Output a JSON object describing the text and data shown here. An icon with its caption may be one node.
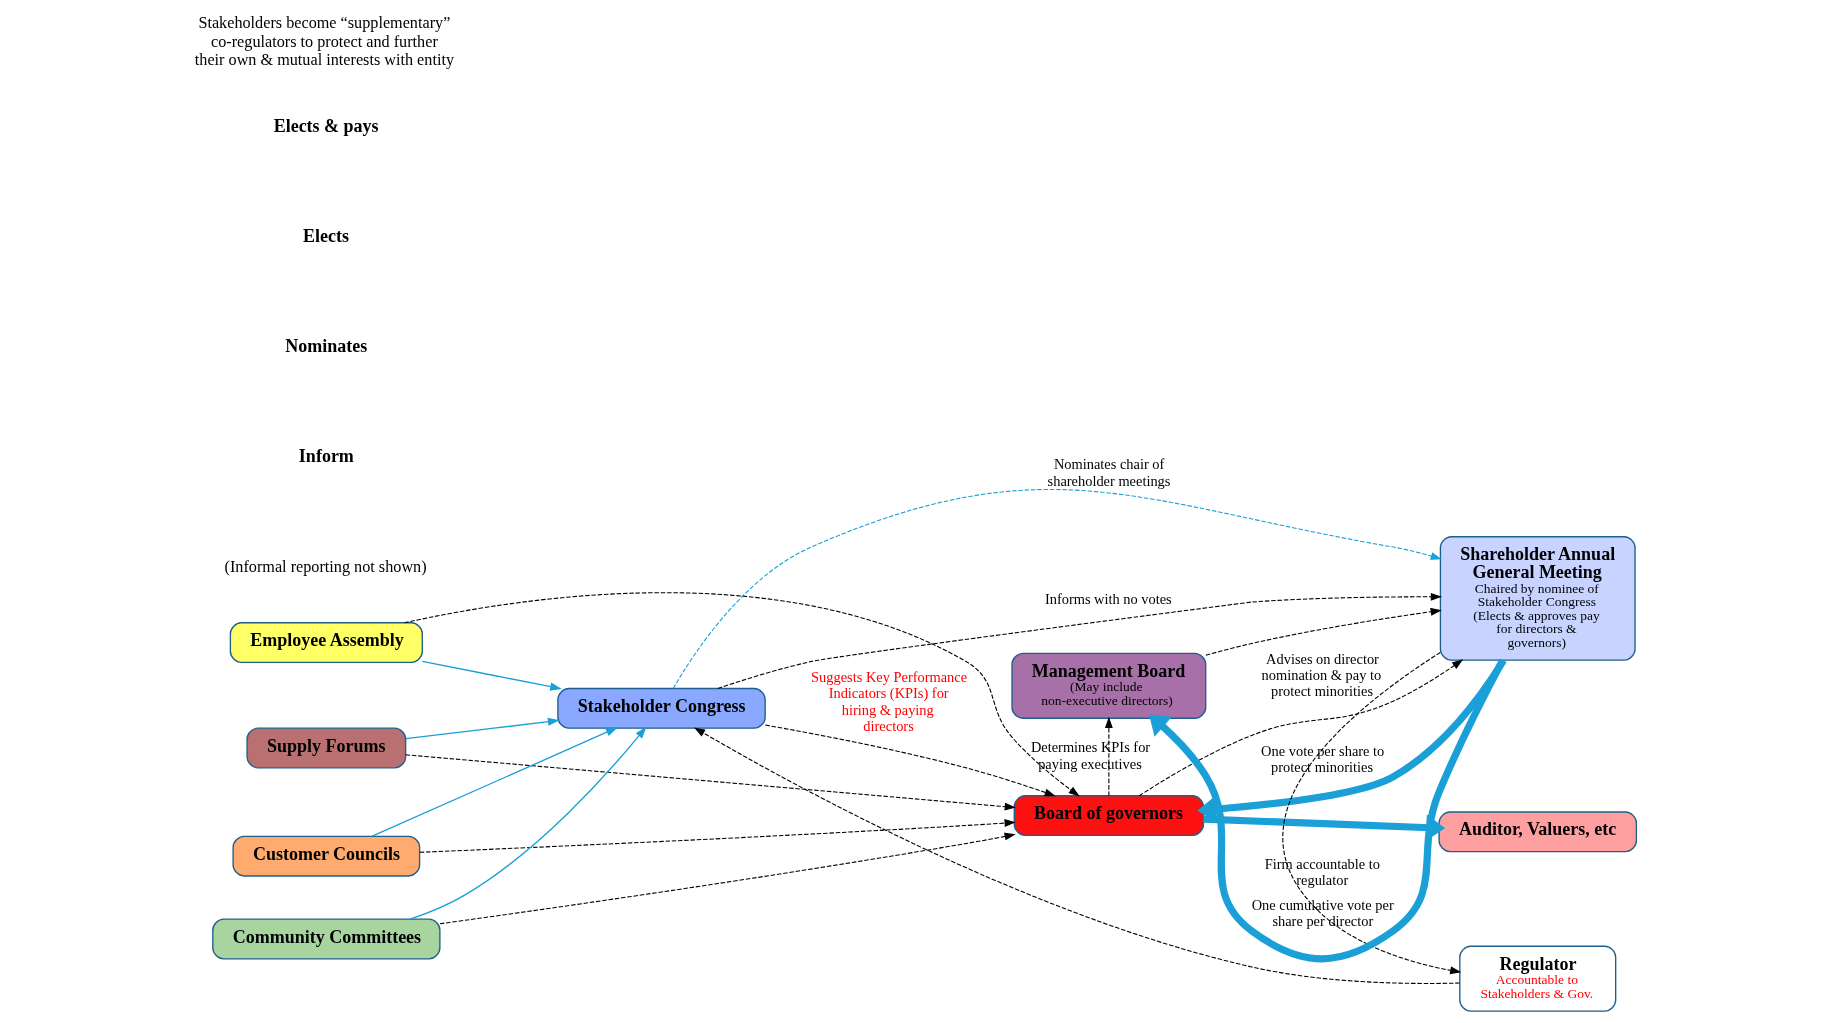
{
  "diagram": {
    "nodes": [
      {
        "text": [
          "Employee Assembly"
        ]
      },
      {
        "text": [
          "Board of governors"
        ]
      },
      {
        "text": [
          "Auditor, Valuers, etc"
        ]
      },
      {
        "text": [
          "Supply Forums"
        ]
      },
      {
        "text": [
          "Regulator",
          "Accountable to Stakeholders & Gov."
        ]
      },
      {
        "text": [
          "Stakeholder Congress"
        ]
      },
      {
        "text": [
          "Customer Councils"
        ]
      },
      {
        "text": [
          "Shareholder Annual General Meeting",
          "Chaired by nominee of Stakeholder Congress (Elects & approves pay for directors & governors)"
        ]
      },
      {
        "text": [
          "Management Board",
          "(May include  non-executive directors)"
        ]
      },
      {
        "text": [
          "Community Committees"
        ]
      }
    ],
    "edges": [
      {
        "from": 0,
        "to": 1,
        "arrow": "to",
        "style": "dashed"
      },
      {
        "from": 3,
        "to": 1,
        "arrow": "to",
        "style": "dashed"
      },
      {
        "from": 6,
        "to": 1,
        "arrow": "to",
        "style": "dashed"
      },
      {
        "from": 9,
        "to": 1,
        "arrow": "to",
        "style": "dashed"
      },
      {
        "from": 0,
        "to": 5,
        "arrow": "to",
        "color": "#1a9fd6"
      },
      {
        "from": 3,
        "to": 5,
        "arrow": "to",
        "color": "#1a9fd6"
      },
      {
        "from": 6,
        "to": 5,
        "arrow": "to",
        "color": "#1a9fd6"
      },
      {
        "from": 9,
        "to": 5,
        "arrow": "to",
        "color": "#1a9fd6"
      },
      {
        "from": 1,
        "to": 2,
        "arrow": "to",
        "style": "thick",
        "color": "#1a9fd6"
      },
      {
        "from": 5,
        "to": 1,
        "arrow": "to",
        "style": "dashed",
        "label": "Suggests Key Performance Indicators (KPIs) for hiring & paying directors"
      },
      {
        "from": 1,
        "to": 8,
        "arrow": "to",
        "style": "dashed",
        "label": "Determines KPIs for paying executives"
      },
      {
        "from": 1,
        "to": 7,
        "arrow": "to",
        "style": "dashed",
        "label": "Advises on director nomination & pay to protect minorities"
      },
      {
        "from": 7,
        "to": 1,
        "arrow": "to",
        "style": "thick",
        "color": "#1a9fd6",
        "label": "One vote per share to protect minorities"
      },
      {
        "from": 5,
        "to": 7,
        "arrow": "to",
        "style": "dashed",
        "color": "#1a9fd6",
        "label": "Nominates chair of shareholder meetings"
      },
      {
        "from": 5,
        "to": 7,
        "arrow": "to",
        "style": "dashed",
        "label": "Informs with no votes"
      },
      {
        "from": 4,
        "to": 5,
        "arrow": "to",
        "style": "dashed"
      },
      {
        "from": 7,
        "to": 4,
        "arrow": "to",
        "style": "dashed",
        "label": "Firm accountable to regulator"
      },
      {
        "from": 8,
        "to": 7,
        "arrow": "to",
        "style": "dashed"
      },
      {
        "from": 7,
        "to": 8,
        "arrow": "to",
        "style": "thick",
        "color": "#1a9fd6",
        "label": "One cumulative vote per share per director"
      }
    ],
    "labels": [
      "(Informal reporting not shown)",
      "Stakeholders become “supplementary” co-regulators to protect and further their own & mutual interests with entity"
    ],
    "legend": [
      {
        "text": "Elects & pays"
      },
      {
        "text": "Elects"
      },
      {
        "text": "Nominates"
      },
      {
        "text": "Inform"
      }
    ]
  }
}
